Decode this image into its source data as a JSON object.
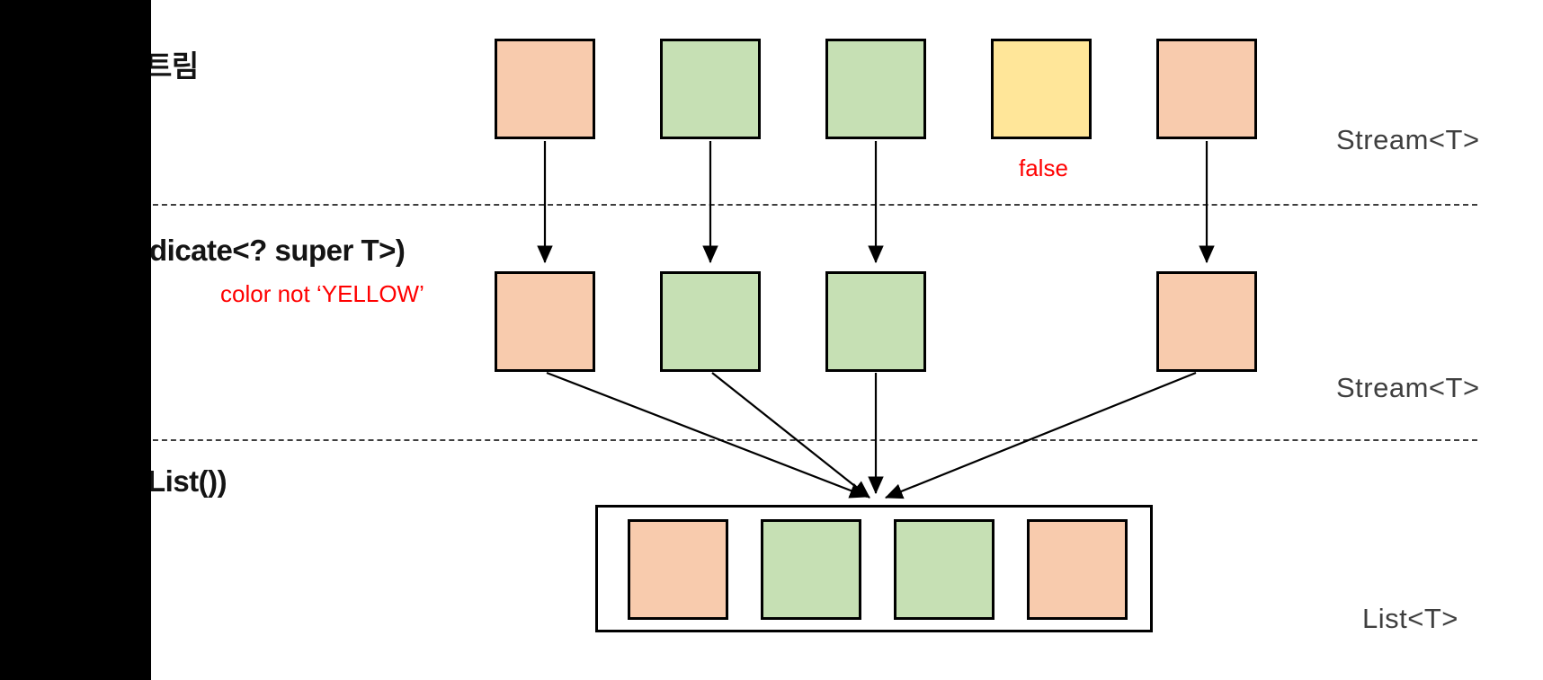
{
  "page": {
    "background": "#ffffff",
    "left_bar_color": "#000000"
  },
  "header": {
    "title_partial": "트림"
  },
  "operations": {
    "filter_signature_partial": "dicate<? super T>)",
    "filter_note": "color not ‘YELLOW’",
    "filtered_out_label": "false",
    "collect_partial": "List())"
  },
  "stage_labels": {
    "stream_top": "Stream<T>",
    "stream_middle": "Stream<T>",
    "list": "List<T>"
  },
  "palette": {
    "orange": "#F8CBAD",
    "green": "#C6E0B4",
    "yellow": "#FFE699",
    "stroke": "#000000",
    "note_red": "#FF0000",
    "label_gray": "#3F3F3F"
  },
  "diagram": {
    "top_row": {
      "slots": [
        0,
        1,
        2,
        3,
        4
      ],
      "colors": [
        "orange",
        "green",
        "green",
        "yellow",
        "orange"
      ]
    },
    "middle_row": {
      "slots": [
        0,
        1,
        2,
        4
      ],
      "colors": [
        "orange",
        "green",
        "green",
        "orange"
      ]
    },
    "list_row": {
      "slots": [
        0,
        1,
        2,
        3
      ],
      "colors": [
        "orange",
        "green",
        "green",
        "orange"
      ]
    }
  }
}
